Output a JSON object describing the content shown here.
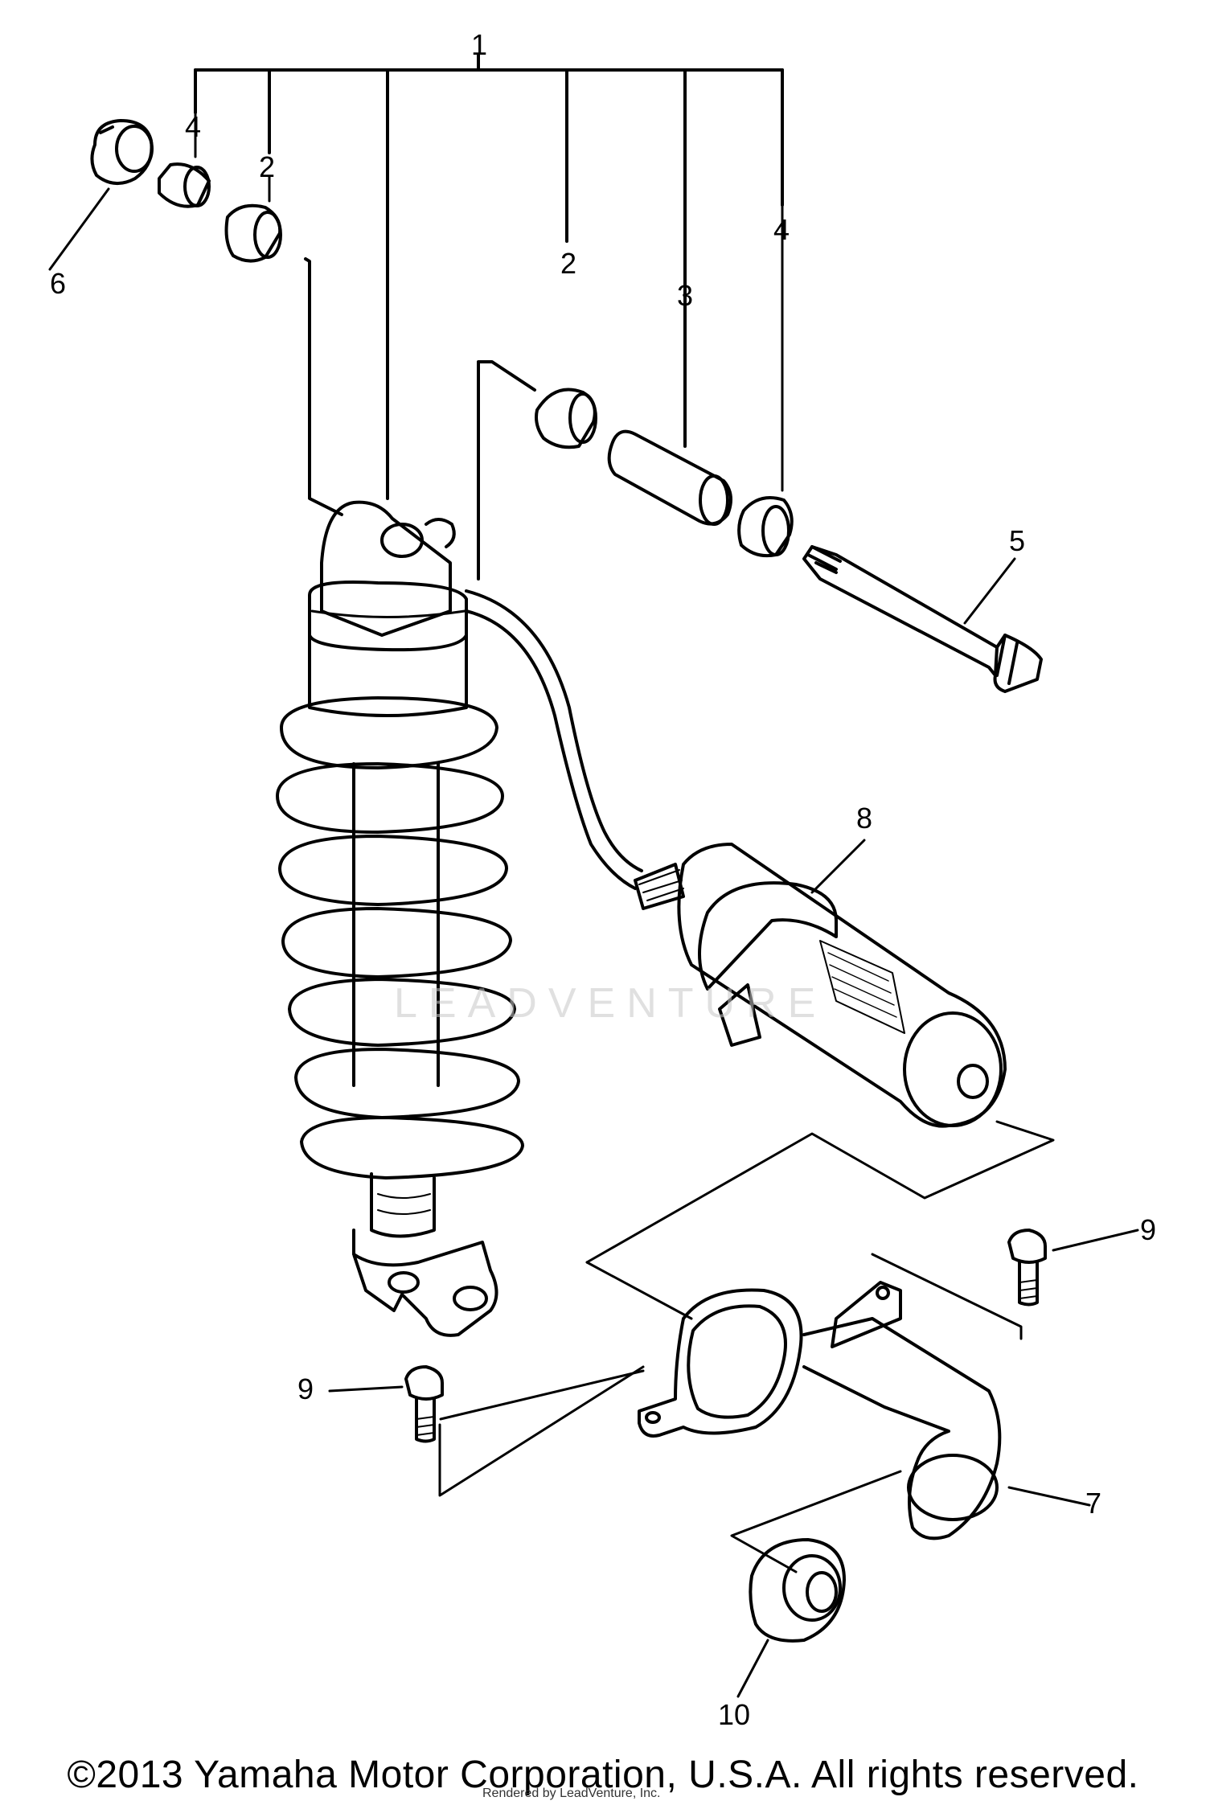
{
  "figure": {
    "callouts": {
      "c1": "1",
      "c2a": "2",
      "c2b": "2",
      "c3": "3",
      "c4a": "4",
      "c4b": "4",
      "c5": "5",
      "c6": "6",
      "c7": "7",
      "c8": "8",
      "c9a": "9",
      "c9b": "9",
      "c10": "10"
    },
    "watermark": "LEADVENTURE",
    "copyright": "©2013 Yamaha Motor Corporation, U.S.A. All rights reserved.",
    "rendered_by": "Rendered by LeadVenture, Inc."
  }
}
